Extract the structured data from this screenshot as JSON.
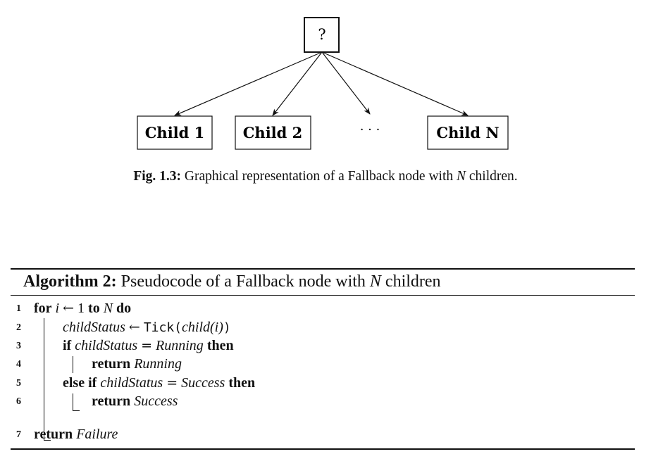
{
  "figure": {
    "root_symbol": "?",
    "children": [
      "Child 1",
      "Child 2",
      "Child N"
    ],
    "ellipsis": "· · ·",
    "caption": {
      "label": "Fig. 1.3:",
      "text_before": " Graphical representation of a Fallback node with ",
      "var": "N",
      "text_after": " children."
    }
  },
  "algorithm": {
    "label": "Algorithm 2:",
    "title_before": " Pseudocode of a Fallback node with ",
    "title_var": "N",
    "title_after": " children",
    "lines": [
      {
        "num": "1"
      },
      {
        "num": "2"
      },
      {
        "num": "3"
      },
      {
        "num": "4"
      },
      {
        "num": "5"
      },
      {
        "num": "6"
      },
      {
        "num": "7"
      }
    ],
    "tokens": {
      "for": "for",
      "i": "i",
      "arrow": "←",
      "one": "1",
      "to": "to",
      "N": "N",
      "do": "do",
      "childStatus": "childStatus",
      "tick": "Tick",
      "paren_open": "(",
      "child_i": "child(i)",
      "paren_close": ")",
      "if": "if",
      "eq": "=",
      "running": "Running",
      "then": "then",
      "return": "return",
      "else_if": "else if",
      "success": "Success",
      "failure": "Failure"
    }
  }
}
